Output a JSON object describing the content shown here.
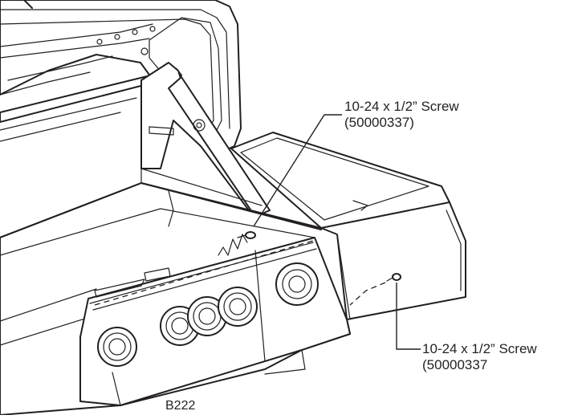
{
  "callouts": {
    "top_screw": {
      "line1": "10-24 x 1/2” Screw",
      "line2": "(50000337)"
    },
    "side_screw": {
      "line1": "10-24 x 1/2” Screw",
      "line2": "(50000337"
    }
  },
  "figure_code": "B222"
}
